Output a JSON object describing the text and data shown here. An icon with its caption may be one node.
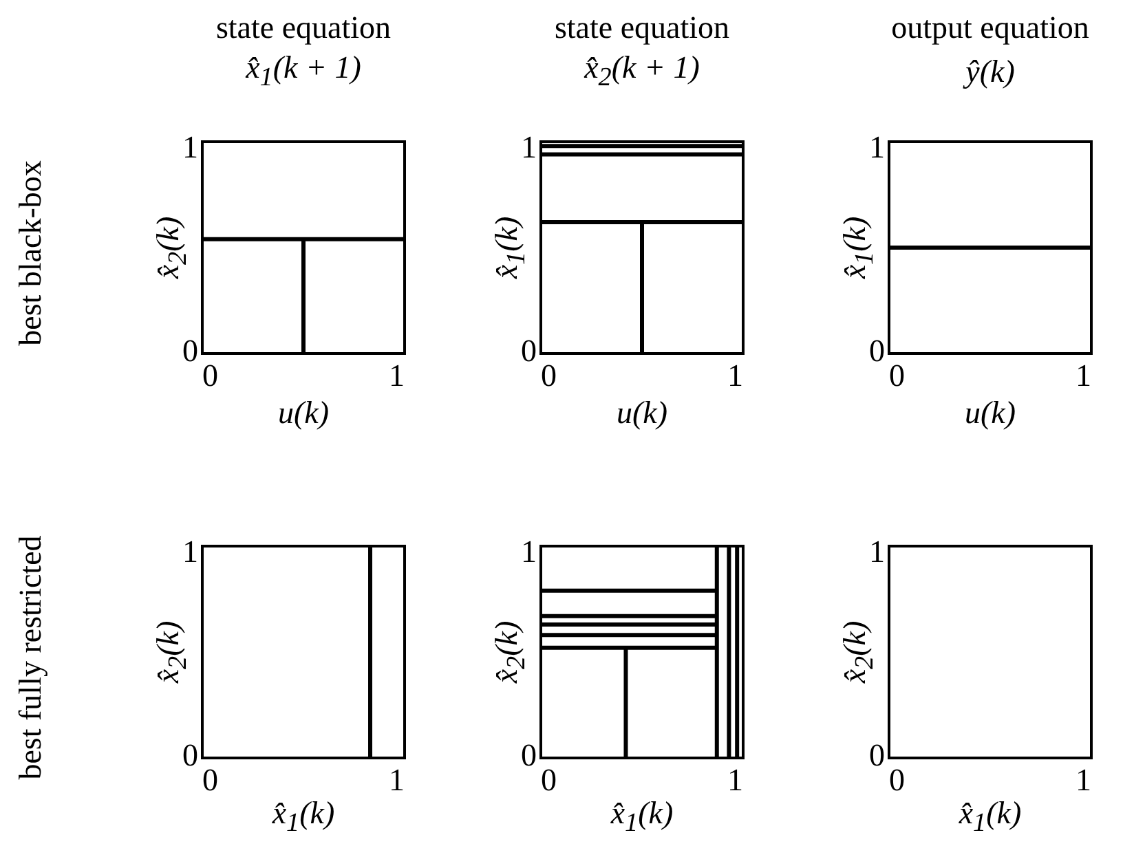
{
  "diagram": {
    "labels": [
      "state equation",
      "x̂$_{1}$(k + 1)",
      "state equation",
      "x̂$_{2}$(k + 1)",
      "output equation",
      "ŷ(k)",
      "best black-box",
      "1",
      "x̂$_{2}$(k)",
      "0",
      "0",
      "1",
      "u(k)",
      "1",
      "x̂$_{1}$(k)",
      "0",
      "0",
      "1",
      "u(k)",
      "1",
      "x̂$_{1}$(k)",
      "0",
      "0",
      "1",
      "u(k)",
      "best fully restricted",
      "1",
      "x̂$_{2}$(k)",
      "0",
      "0",
      "1",
      "x̂$_{1}$(k)",
      "1",
      "x̂$_{2}$(k)",
      "0",
      "0",
      "1",
      "x̂$_{1}$(k)",
      "1",
      "x̂$_{2}$(k)",
      "0",
      "0",
      "1",
      "x̂$_{1}$(k)"
    ]
  }
}
